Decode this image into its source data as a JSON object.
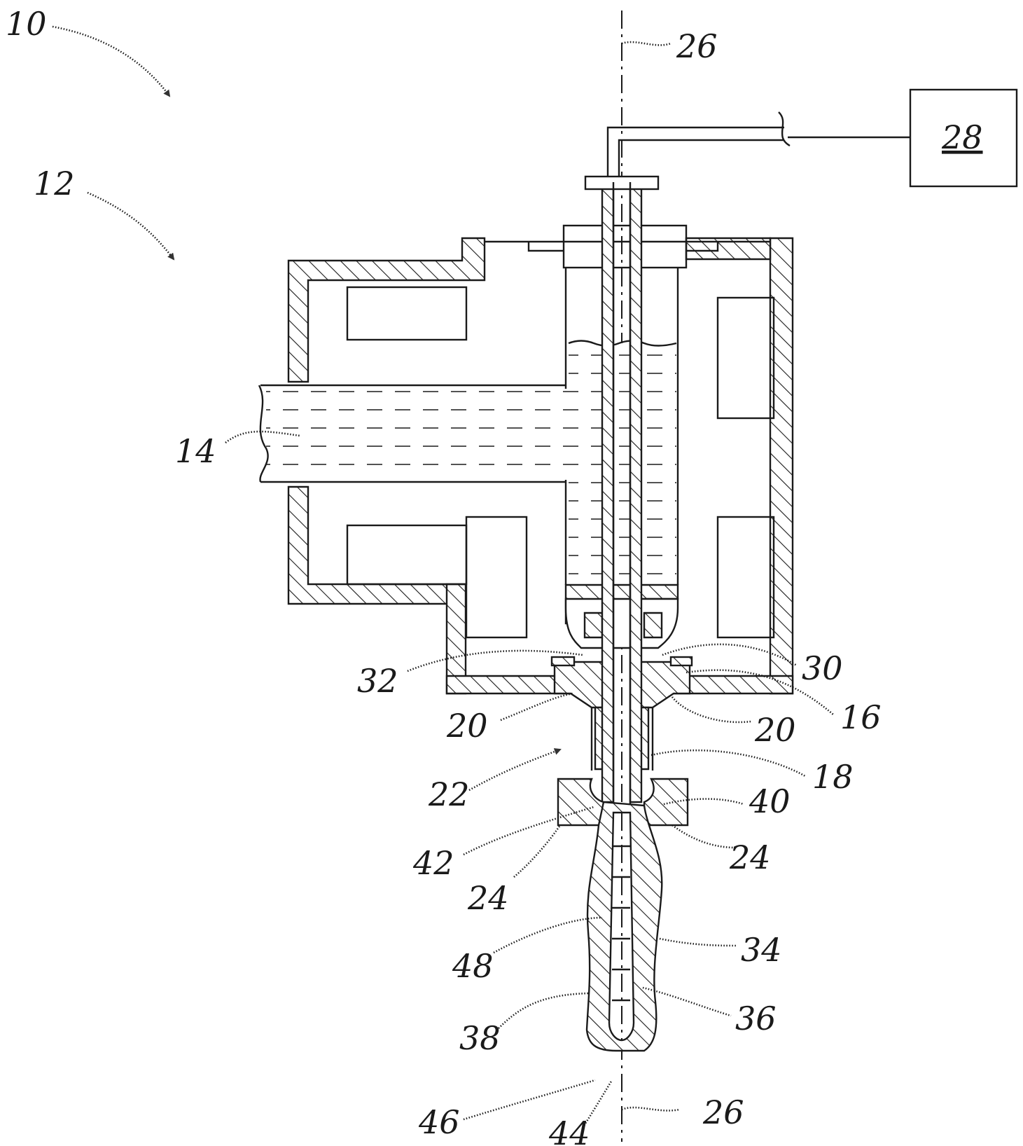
{
  "figure": {
    "labels": {
      "l10": "10",
      "l12": "12",
      "l14": "14",
      "l16": "16",
      "l18": "18",
      "l20a": "20",
      "l20b": "20",
      "l22": "22",
      "l24a": "24",
      "l24b": "24",
      "l26a": "26",
      "l26b": "26",
      "l28": "28",
      "l30": "30",
      "l32": "32",
      "l34": "34",
      "l36": "36",
      "l38": "38",
      "l40": "40",
      "l42": "42",
      "l44": "44",
      "l46": "46",
      "l48": "48"
    }
  }
}
